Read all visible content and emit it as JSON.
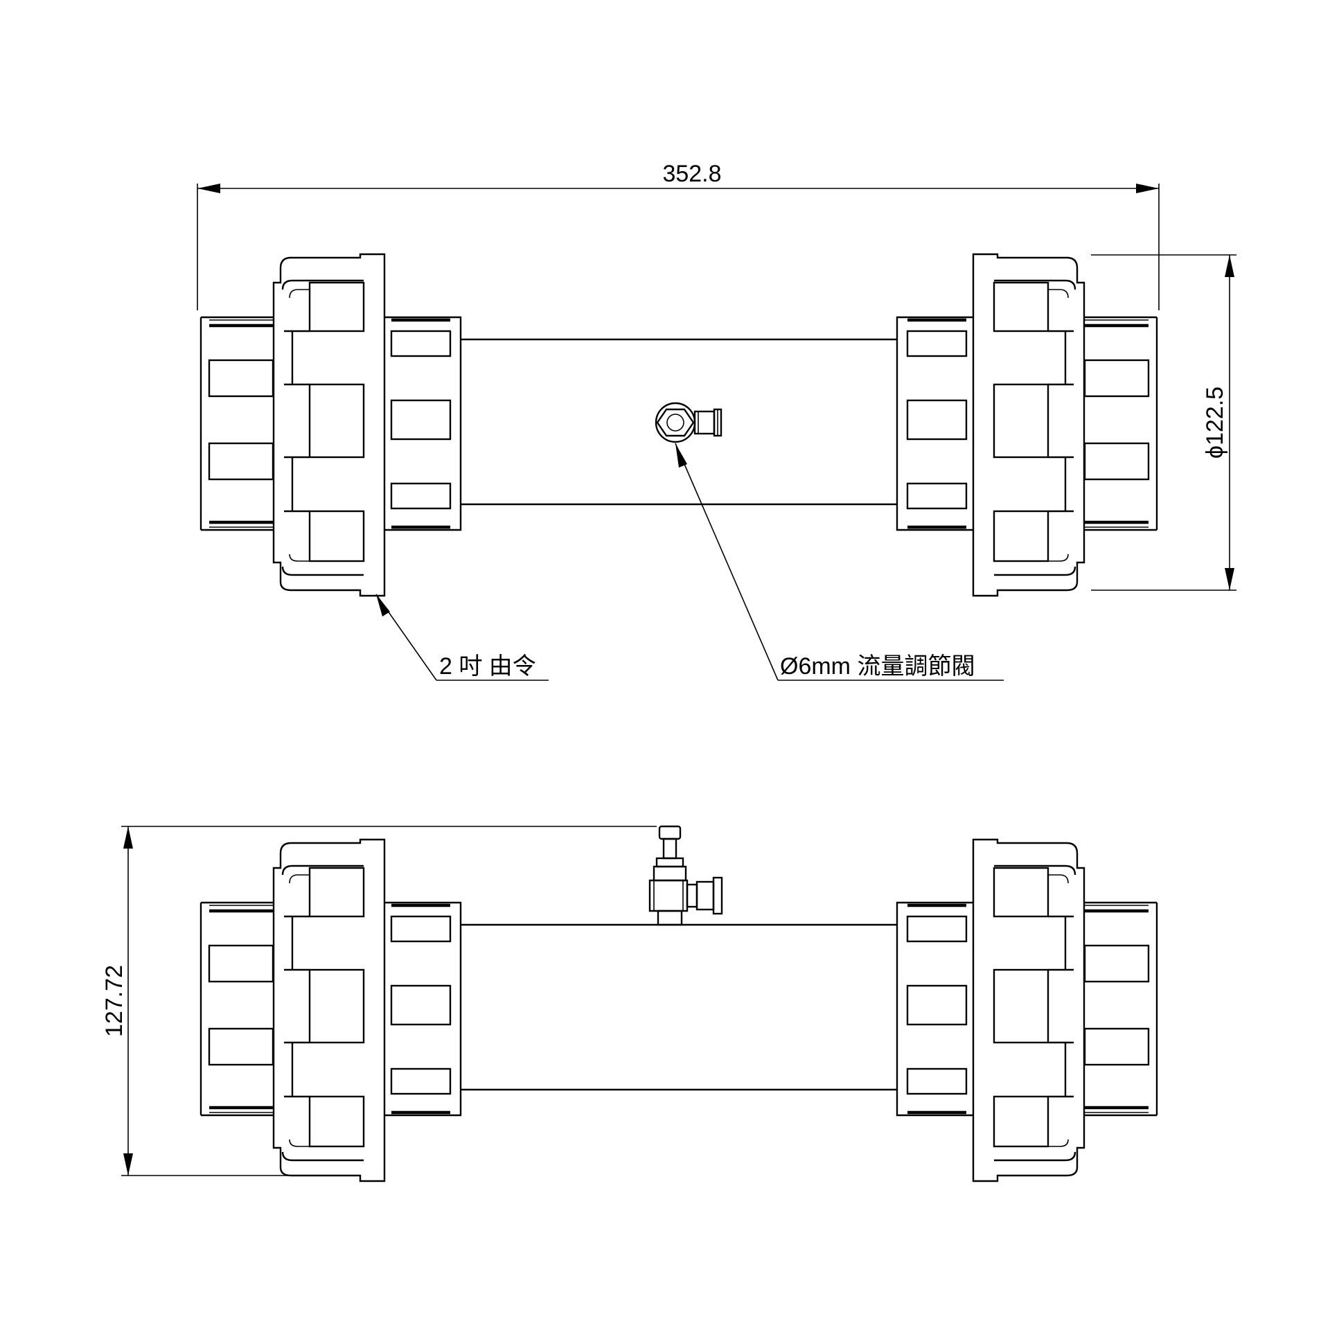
{
  "dimensions": {
    "overall_length": "352.8",
    "outer_diameter": "ϕ122.5",
    "overall_height": "127.72"
  },
  "callouts": {
    "union": "2 吋 由令",
    "flow_valve": "Ø6mm 流量調節閥"
  },
  "views": {
    "top": "top-view",
    "side": "side-view"
  }
}
